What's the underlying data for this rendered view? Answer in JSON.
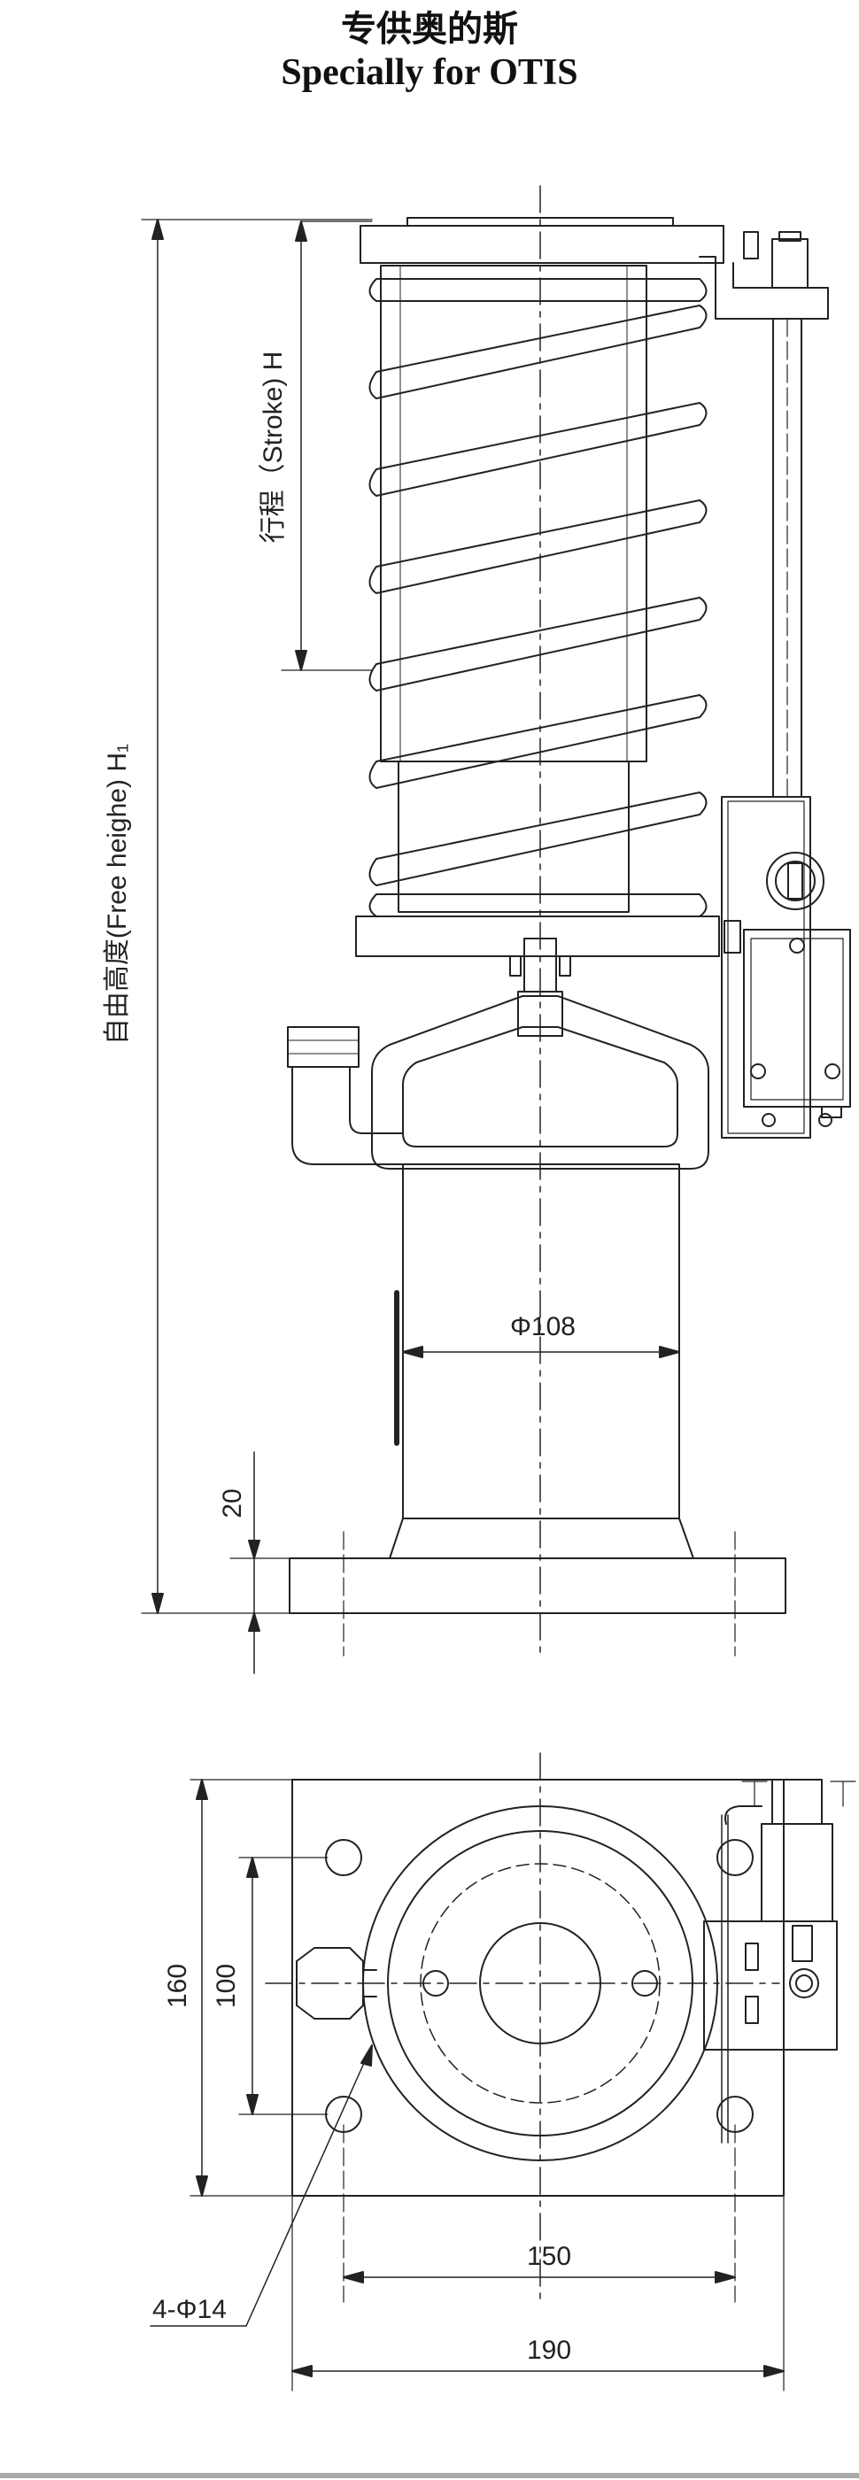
{
  "title_cn": "专供奥的斯",
  "title_en": "Specially for OTIS",
  "labels": {
    "stroke": "行程（Stroke) H",
    "free_height": "自由高度(Free heighe) H₁",
    "diameter": "Φ108",
    "base_thickness": "20",
    "outer_height": "160",
    "inner_height": "100",
    "hole_spacing": "150",
    "base_width": "190",
    "holes": "4-Φ14"
  },
  "colors": {
    "line": "#222222",
    "background": "#ffffff"
  }
}
